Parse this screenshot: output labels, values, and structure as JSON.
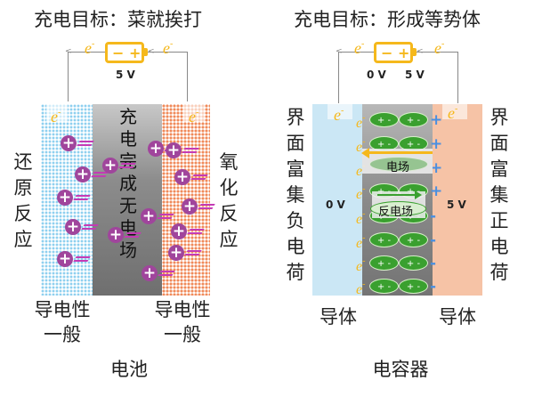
{
  "battery": {
    "title": "充电目标：菜就挨打",
    "voltage": "5 V",
    "electron": "e",
    "electron_sup": "-",
    "source_neg": "−",
    "source_pos": "+",
    "center_text": [
      "充",
      "电",
      "完",
      "成",
      "无",
      "电",
      "场"
    ],
    "left_side": [
      "还",
      "原",
      "反",
      "应"
    ],
    "right_side": [
      "氧",
      "化",
      "反",
      "应"
    ],
    "left_bottom": [
      "导电性",
      "一般"
    ],
    "right_bottom": [
      "导电性",
      "一般"
    ],
    "caption": "电池",
    "ion_sign": "+"
  },
  "capacitor": {
    "title": "充电目标：形成等势体",
    "voltage_left": "0 V",
    "voltage_right": "5 V",
    "electron": "e",
    "electron_sup": "-",
    "source_neg": "−",
    "source_pos": "+",
    "left_plate_voltage": "0 V",
    "right_plate_voltage": "5 V",
    "left_side": [
      "界",
      "面",
      "富",
      "集",
      "负",
      "电",
      "荷"
    ],
    "right_side": [
      "界",
      "面",
      "富",
      "集",
      "正",
      "电",
      "荷"
    ],
    "dipole_label": "+ -",
    "field_label": "电场",
    "reverse_field_label": "反电场",
    "left_bottom": "导体",
    "right_bottom": "导体",
    "caption": "电容器",
    "interface_plus": "+"
  },
  "colors": {
    "electron": "#f5b81c",
    "ion": "#a0459c",
    "dipole": "#3aa02f",
    "field_arrow": "#f5b81c",
    "reverse_arrow": "#3aa02f",
    "positive_marker": "#4a8fe0"
  }
}
